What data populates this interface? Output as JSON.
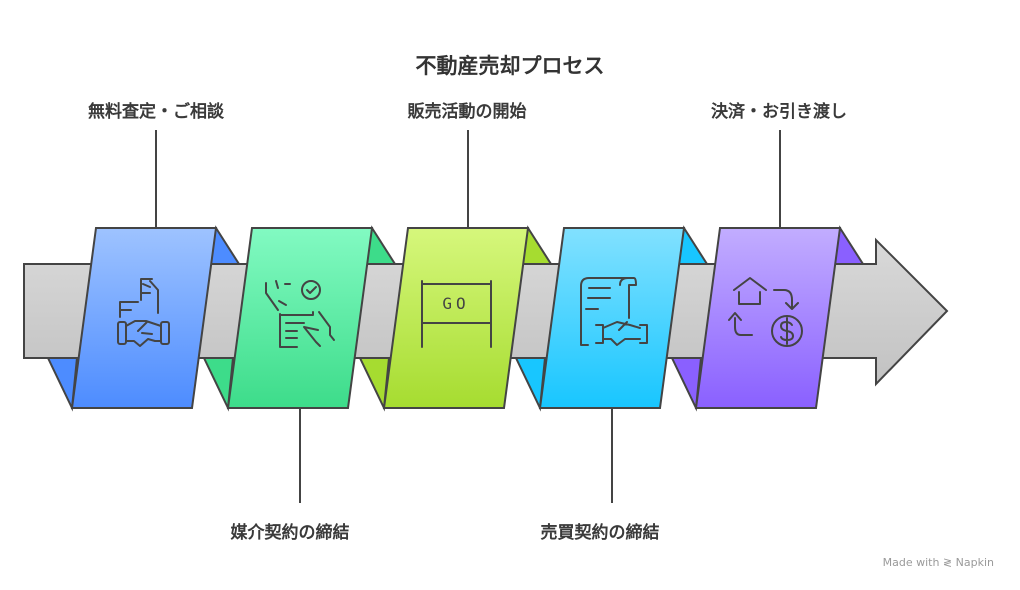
{
  "title": "不動産売却プロセス",
  "steps": [
    {
      "label": "無料査定・ご相談",
      "icon": "building-handshake-icon",
      "color_top": "#9ec3ff",
      "color_bottom": "#4d8cff"
    },
    {
      "label": "媒介契約の締結",
      "icon": "document-signing-icon",
      "color_top": "#82fac2",
      "color_bottom": "#3ddc8a"
    },
    {
      "label": "販売活動の開始",
      "icon": "go-sign-icon",
      "icon_text": "GO",
      "color_top": "#d6f77c",
      "color_bottom": "#a6dc30"
    },
    {
      "label": "売買契約の締結",
      "icon": "contract-handshake-icon",
      "color_top": "#82e1ff",
      "color_bottom": "#18c6ff"
    },
    {
      "label": "決済・お引き渡し",
      "icon": "house-money-exchange-icon",
      "color_top": "#c2adff",
      "color_bottom": "#8a60ff"
    }
  ],
  "watermark": "Made with ≷ Napkin"
}
